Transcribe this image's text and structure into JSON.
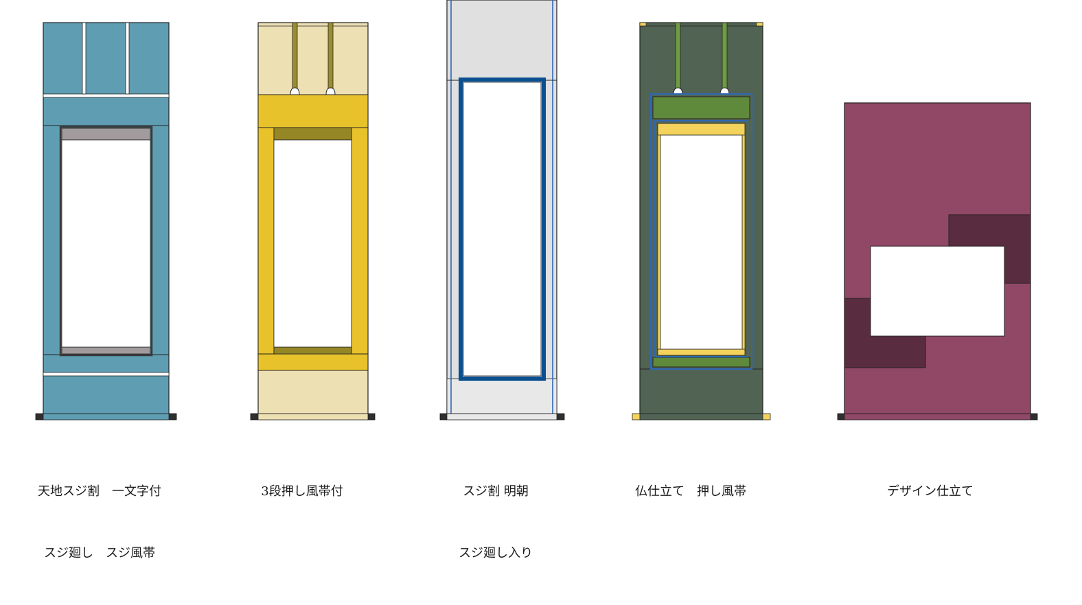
{
  "colors": {
    "blue_mount": "#5f9db2",
    "blue_inner_band": "#a19b9e",
    "cream_mount": "#ede0b3",
    "yellow_frame": "#e8c22b",
    "olive_band": "#958725",
    "olive_strap": "#9a8d31",
    "grey_mount": "#e0e0e0",
    "light_grey_lower": "#e8e8e8",
    "navy_frame": "#0a4f8f",
    "blue_line": "#2d68b6",
    "dark_green_mount": "#516454",
    "green_band": "#5f8a3b",
    "pale_yellow": "#f3d35c",
    "strap_green": "#6e9b44",
    "plum_mount": "#914766",
    "dark_plum": "#5a2c3f",
    "rod": "#2f2f2f",
    "outline": "#222222"
  },
  "scrolls": [
    {
      "id": "tenchi-suji",
      "caption_lines": [
        "天地スジ割　一文字付",
        "スジ廻し　スジ風帯"
      ]
    },
    {
      "id": "sandan-oshi",
      "caption_lines": [
        "3段押し風帯付"
      ]
    },
    {
      "id": "suji-mincho",
      "caption_lines": [
        "スジ割 明朝",
        "スジ廻し入り"
      ]
    },
    {
      "id": "butsu-shitate",
      "caption_lines": [
        "仏仕立て　押し風帯"
      ]
    },
    {
      "id": "design-shitate",
      "caption_lines": [
        "デザイン仕立て"
      ]
    }
  ]
}
